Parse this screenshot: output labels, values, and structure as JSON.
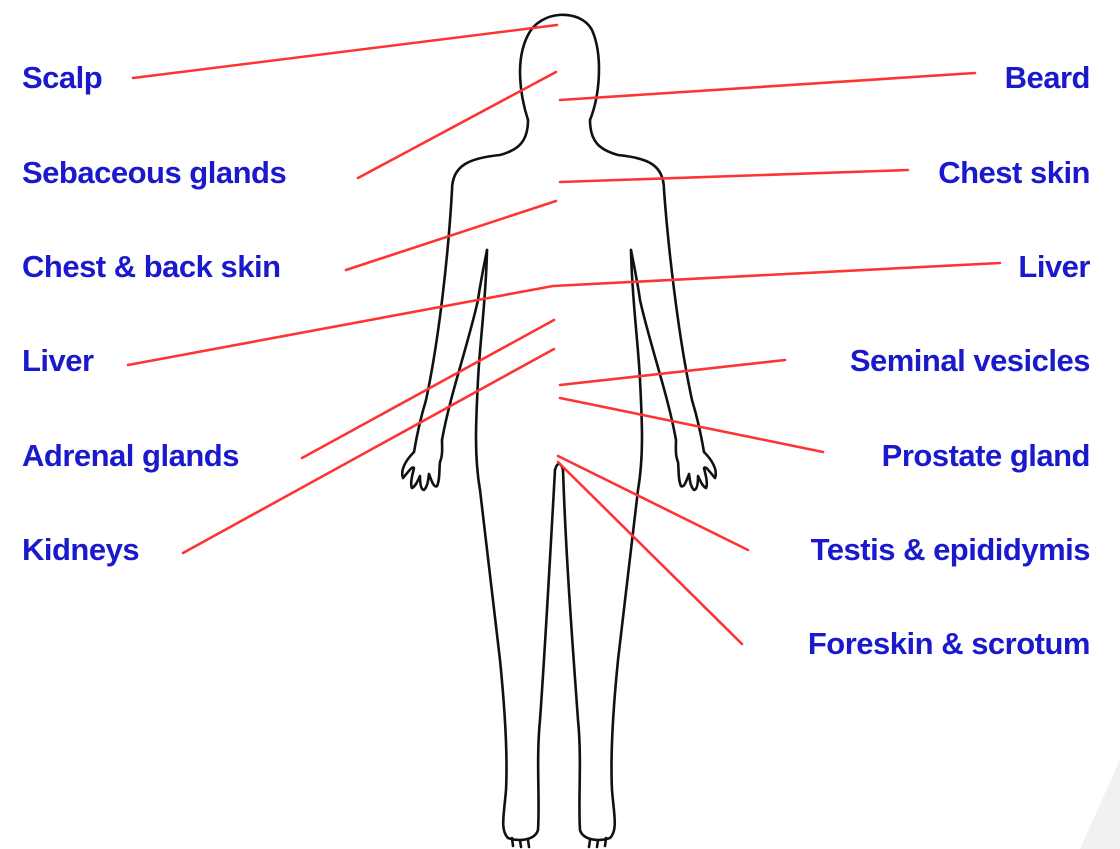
{
  "colors": {
    "label_text": "#1a1acc",
    "leader_line": "#ff3333",
    "outline": "#111111",
    "background": "#ffffff"
  },
  "labels": {
    "left": [
      "Scalp",
      "Sebaceous glands",
      "Chest & back skin",
      "Liver",
      "Adrenal glands",
      "Kidneys"
    ],
    "right": [
      "Beard",
      "Chest skin",
      "Liver",
      "Seminal vesicles",
      "Prostate gland",
      "Testis & epididymis",
      "Foreskin & scrotum"
    ]
  }
}
